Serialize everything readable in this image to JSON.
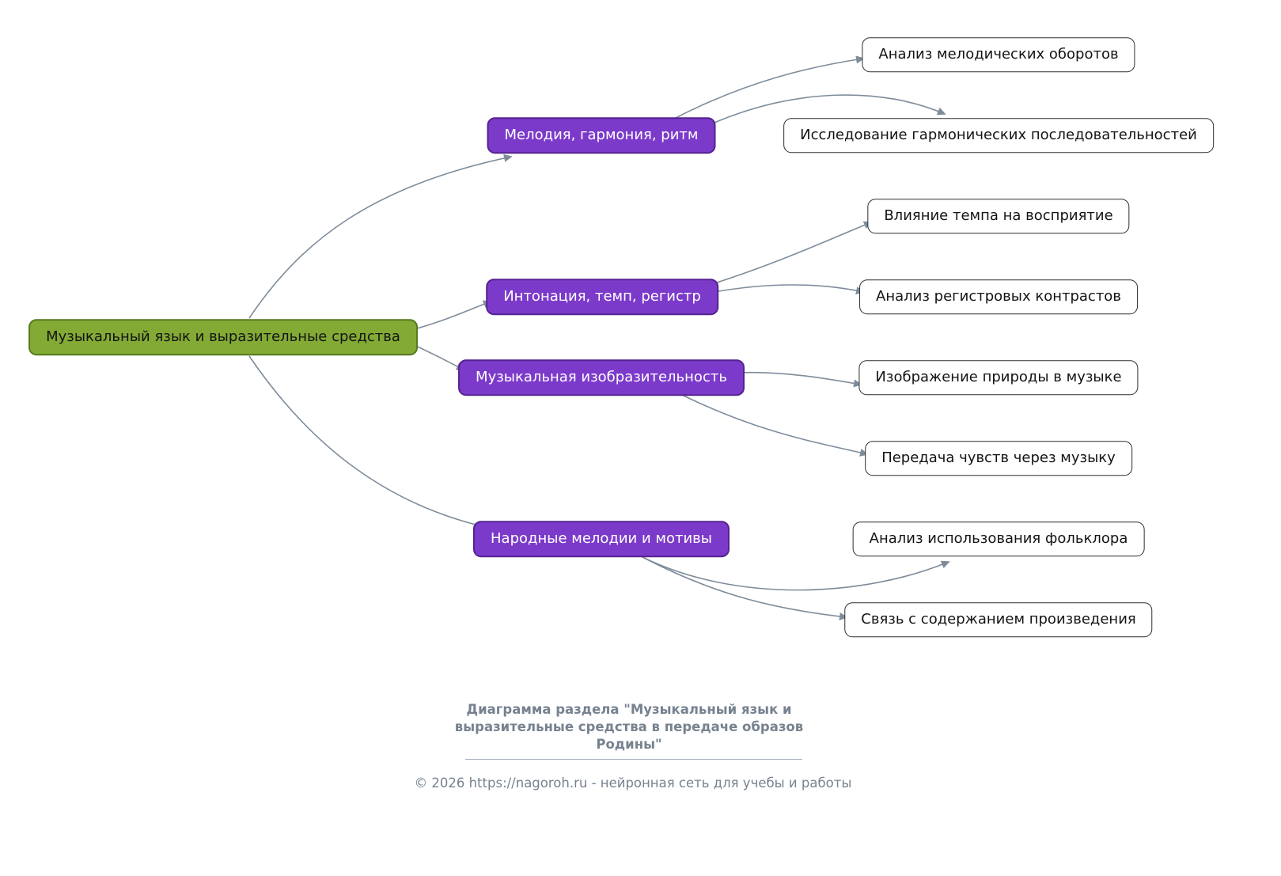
{
  "colors": {
    "root-fill": "#83aa34",
    "root-border": "#557a1f",
    "branch-fill": "#7c3aca",
    "branch-border": "#55238f",
    "leaf-fill": "#ffffff",
    "leaf-border": "#2f2f2f",
    "edge": "#7e8c9a",
    "footer-text": "#76828f"
  },
  "root": {
    "label": "Музыкальный язык и выразительные средства"
  },
  "branches": [
    {
      "label": "Мелодия, гармония, ритм",
      "children": [
        {
          "label": "Анализ мелодических оборотов"
        },
        {
          "label": "Исследование гармонических последовательностей"
        }
      ]
    },
    {
      "label": "Интонация, темп, регистр",
      "children": [
        {
          "label": "Влияние темпа на восприятие"
        },
        {
          "label": "Анализ регистровых контрастов"
        }
      ]
    },
    {
      "label": "Музыкальная изобразительность",
      "children": [
        {
          "label": "Изображение природы в музыке"
        },
        {
          "label": "Передача чувств через музыку"
        }
      ]
    },
    {
      "label": "Народные мелодии и мотивы",
      "children": [
        {
          "label": "Анализ использования фольклора"
        },
        {
          "label": "Связь с содержанием произведения"
        }
      ]
    }
  ],
  "footer": {
    "title": "Диаграмма раздела \"Музыкальный язык и выразительные средства в передаче образов Родины\"",
    "copyright": "© 2026 https://nagoroh.ru - нейронная сеть для учебы и работы"
  }
}
